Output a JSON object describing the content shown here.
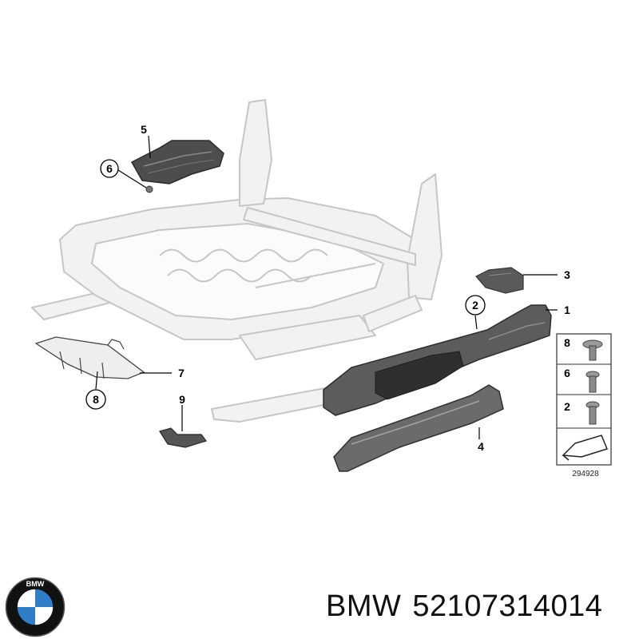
{
  "callouts": {
    "c1": "1",
    "c2": "2",
    "c3": "3",
    "c4": "4",
    "c5": "5",
    "c6": "6",
    "c7": "7",
    "c8": "8",
    "c9": "9"
  },
  "legend": {
    "items": [
      {
        "label": "8"
      },
      {
        "label": "6"
      },
      {
        "label": "2"
      }
    ],
    "reference_number": "294928"
  },
  "caption": {
    "brand": "BMW",
    "part_number": "52107314014"
  },
  "logo": {
    "letters": "BMW",
    "colors": {
      "blue": "#2f7fc8",
      "white": "#ffffff",
      "ring": "#111111"
    }
  },
  "colors": {
    "frame_line": "#c9c9c9",
    "frame_fill": "#f1f1f1",
    "part_dark": "#4a4a4a",
    "part_mid": "#7a7a7a"
  }
}
